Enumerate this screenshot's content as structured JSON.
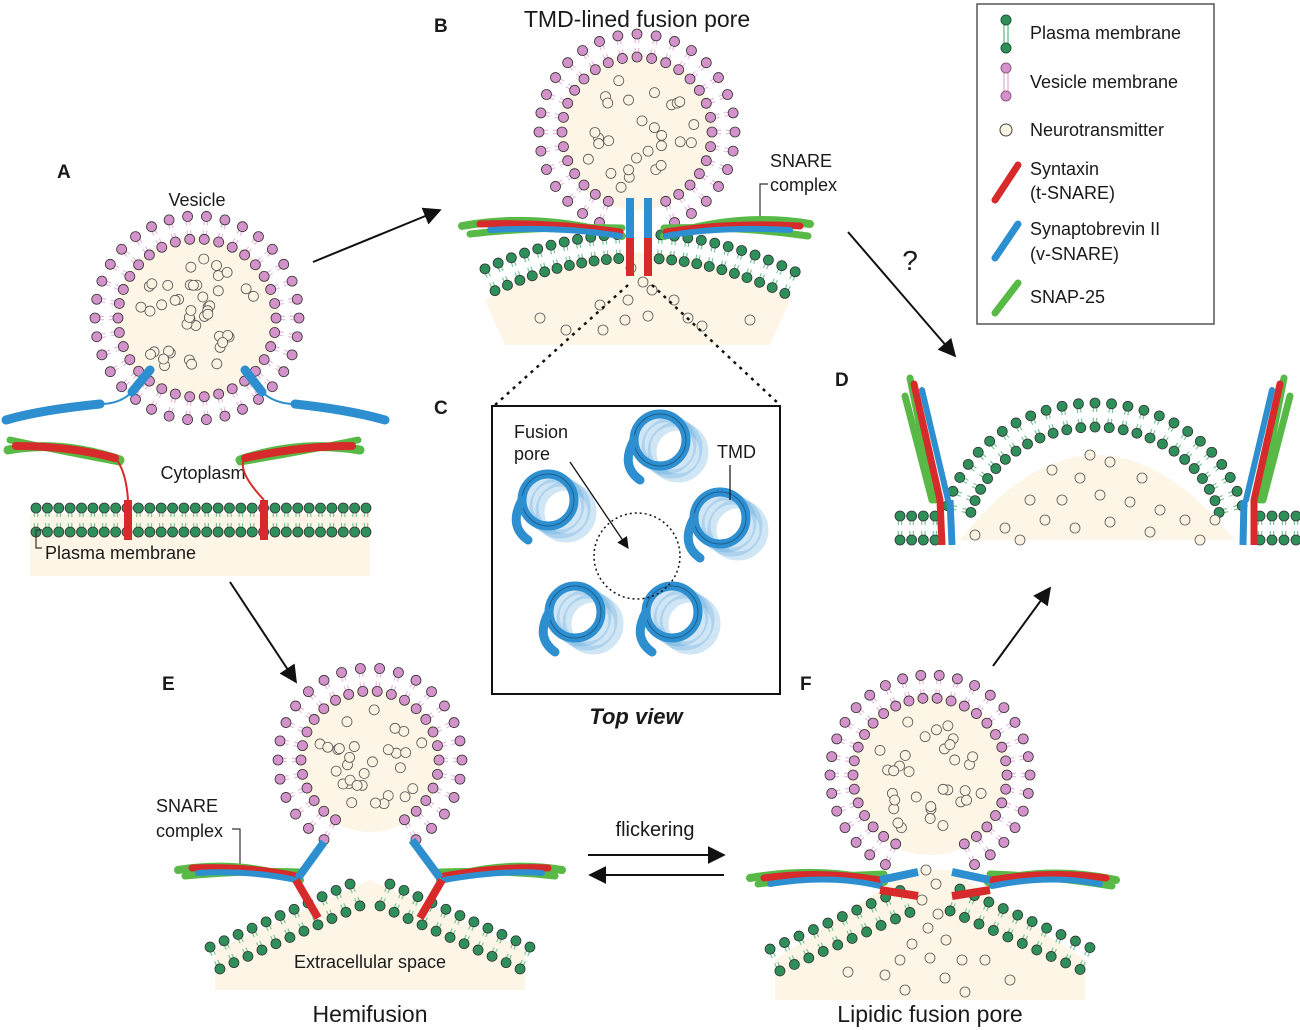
{
  "colors": {
    "plasma_head": "#2f8f5b",
    "plasma_tail": "#7ac79b",
    "vesicle_head": "#d392c9",
    "vesicle_tail": "#e8b8df",
    "neurotransmitter_fill": "#fbf3e1",
    "lumen": "#fdf6e6",
    "syntaxin": "#d72a2a",
    "synaptobrevin": "#2e8fd0",
    "snap25": "#58b947"
  },
  "panels": {
    "a": {
      "letter": "A",
      "vesicle_label": "Vesicle",
      "cytoplasm_label": "Cytoplasm",
      "plasma_membrane_label": "Plasma membrane"
    },
    "b": {
      "letter": "B",
      "title": "TMD-lined fusion pore",
      "snare_label_line1": "SNARE",
      "snare_label_line2": "complex"
    },
    "c": {
      "letter": "C",
      "fusion_pore_line1": "Fusion",
      "fusion_pore_line2": "pore",
      "tmd_label": "TMD",
      "caption": "Top view"
    },
    "d": {
      "letter": "D",
      "question": "?"
    },
    "e": {
      "letter": "E",
      "snare_label_line1": "SNARE",
      "snare_label_line2": "complex",
      "extracellular_label": "Extracellular space",
      "caption": "Hemifusion"
    },
    "f": {
      "letter": "F",
      "caption": "Lipidic fusion pore"
    },
    "transition": {
      "flickering_label": "flickering"
    }
  },
  "legend": {
    "items": [
      {
        "label": "Plasma membrane",
        "icon": "plasma-membrane-lipid-icon"
      },
      {
        "label": "Vesicle membrane",
        "icon": "vesicle-membrane-lipid-icon"
      },
      {
        "label": "Neurotransmitter",
        "icon": "neurotransmitter-icon"
      },
      {
        "label_line1": "Syntaxin",
        "label_line2": "(t-SNARE)",
        "icon": "syntaxin-icon"
      },
      {
        "label_line1": "Synaptobrevin II",
        "label_line2": "(v-SNARE)",
        "icon": "synaptobrevin-icon"
      },
      {
        "label": "SNAP-25",
        "icon": "snap25-icon"
      }
    ]
  }
}
